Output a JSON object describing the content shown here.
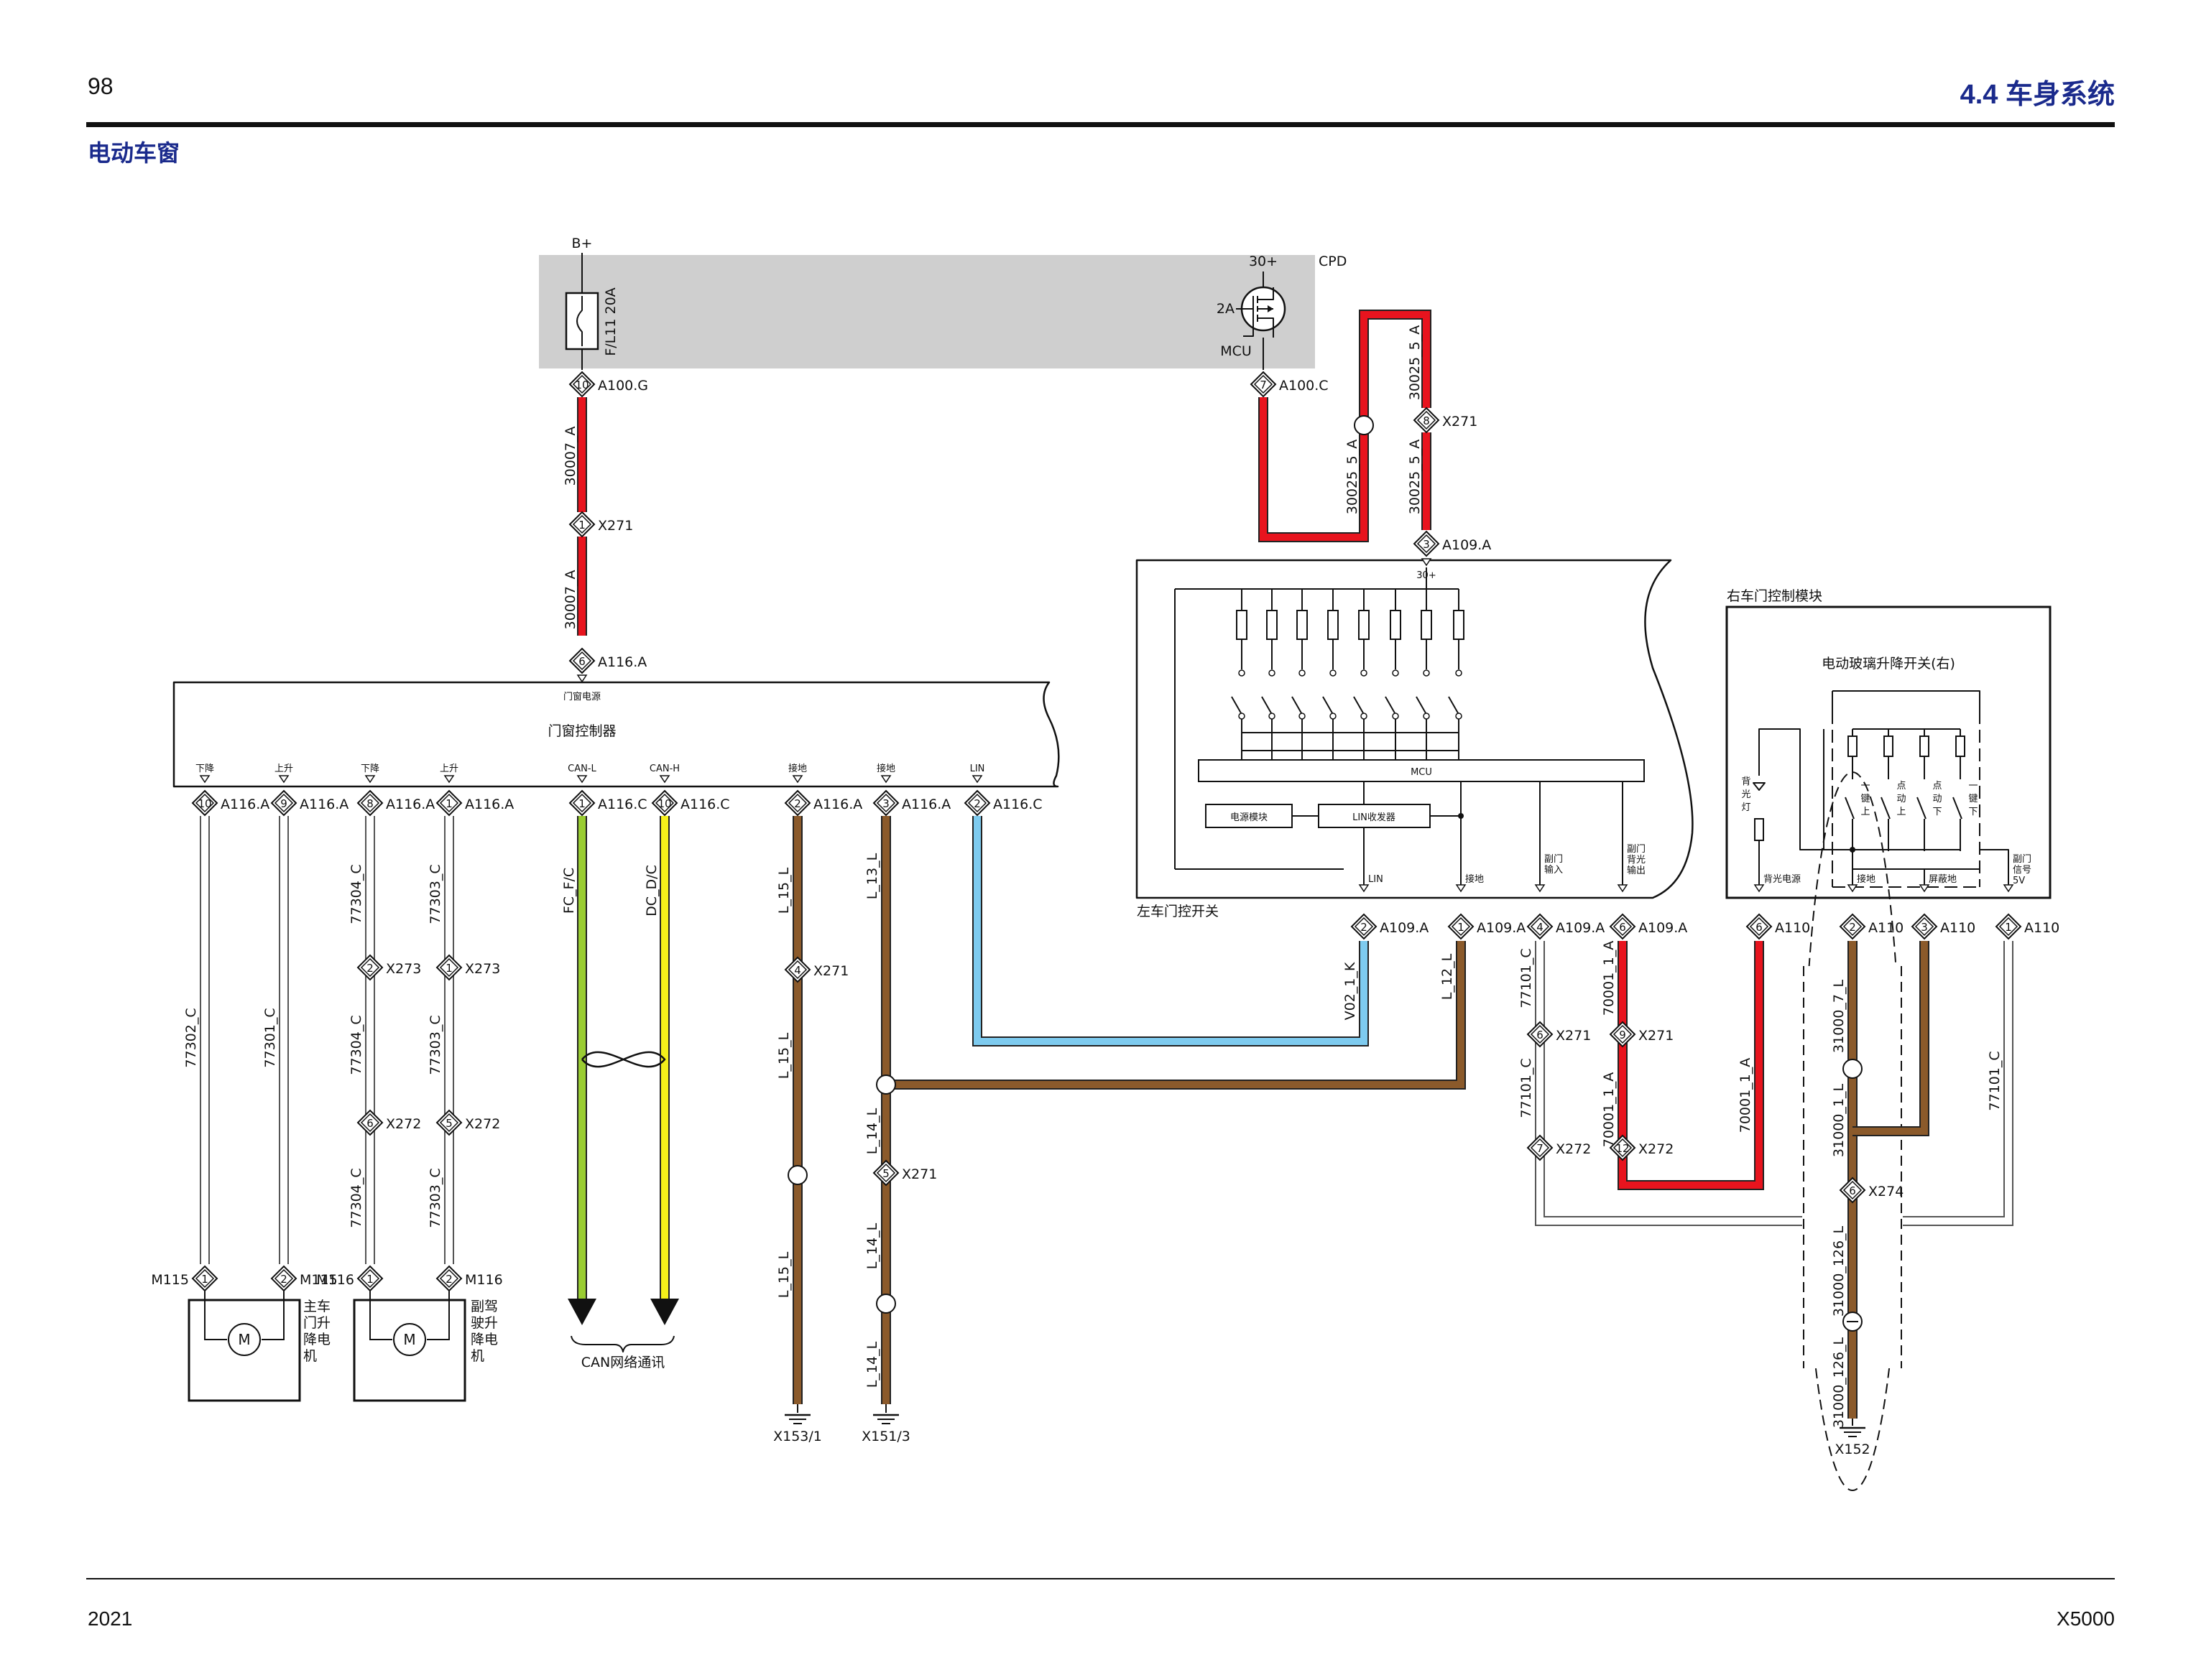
{
  "page": {
    "number": "98",
    "section": "4.4 车身系统",
    "title": "电动车窗",
    "year": "2021",
    "model": "X5000"
  },
  "colors": {
    "red": "#e8141e",
    "brown": "#8b5a2b",
    "blue": "#7ecbef",
    "green": "#9acd32",
    "yellow": "#f5f01a",
    "grey_box": "#cfcfcf",
    "header_blue": "#1a2a8c"
  },
  "modules": {
    "cpd": {
      "name": "CPD",
      "b_plus": "B+",
      "fuse": "F/L11 20A",
      "fet_label": "30+",
      "fet_current": "2A",
      "fet_ctrl": "MCU"
    },
    "door_ctrl": {
      "name": "门窗控制器",
      "power_pin": "门窗电源",
      "pin_labels": [
        "下降",
        "上升",
        "下降",
        "上升",
        "CAN-L",
        "CAN-H",
        "接地",
        "接地",
        "LIN"
      ]
    },
    "left_switch": {
      "name": "左车门控开关",
      "mcu": "MCU",
      "power_module": "电源模块",
      "lin_transceiver": "LIN收发器",
      "supply": "30+",
      "pin_labels": [
        "LIN",
        "接地",
        "副门\n输入",
        "副门\n背光\n输出"
      ]
    },
    "right_module": {
      "name": "右车门控制模块",
      "switch": "电动玻璃升降开关(右)",
      "backlight": "背\n光\n灯",
      "sw_labels": [
        "一\n键\n上",
        "点\n动\n上",
        "点\n动\n下",
        "一\n键\n下"
      ],
      "pin_labels": [
        "背光电源",
        "接地",
        "屏蔽地",
        "副门\n信号\n5V"
      ]
    }
  },
  "motors": {
    "main": {
      "label": "主车\n门升\n降电\n机",
      "symbol": "M"
    },
    "passenger": {
      "label": "副驾\n驶升\n降电\n机",
      "symbol": "M"
    }
  },
  "can_note": "CAN网络通讯",
  "connectors": {
    "c1": {
      "pin": "10",
      "name": "A100.G"
    },
    "c2": {
      "pin": "1",
      "name": "X271"
    },
    "c3": {
      "pin": "6",
      "name": "A116.A"
    },
    "c4": {
      "pin": "7",
      "name": "A100.C"
    },
    "c5": {
      "pin": "8",
      "name": "X271"
    },
    "c6": {
      "pin": "3",
      "name": "A109.A"
    },
    "p1": {
      "pin": "10",
      "name": "A116.A"
    },
    "p2": {
      "pin": "9",
      "name": "A116.A"
    },
    "p3": {
      "pin": "8",
      "name": "A116.A"
    },
    "p4": {
      "pin": "1",
      "name": "A116.A"
    },
    "p5": {
      "pin": "1",
      "name": "A116.C"
    },
    "p6": {
      "pin": "10",
      "name": "A116.C"
    },
    "p7": {
      "pin": "2",
      "name": "A116.A"
    },
    "p8": {
      "pin": "3",
      "name": "A116.A"
    },
    "p9": {
      "pin": "2",
      "name": "A116.C"
    },
    "x273a": {
      "pin": "2",
      "name": "X273"
    },
    "x273b": {
      "pin": "1",
      "name": "X273"
    },
    "x272a": {
      "pin": "6",
      "name": "X272"
    },
    "x272b": {
      "pin": "5",
      "name": "X272"
    },
    "m115a": {
      "pin": "1",
      "name": "M115"
    },
    "m115b": {
      "pin": "2",
      "name": "M115"
    },
    "m116a": {
      "pin": "1",
      "name": "M116"
    },
    "m116b": {
      "pin": "2",
      "name": "M116"
    },
    "x271c": {
      "pin": "4",
      "name": "X271"
    },
    "x271d": {
      "pin": "5",
      "name": "X271"
    },
    "l1": {
      "pin": "2",
      "name": "A109.A"
    },
    "l2": {
      "pin": "1",
      "name": "A109.A"
    },
    "l3": {
      "pin": "4",
      "name": "A109.A"
    },
    "l4": {
      "pin": "6",
      "name": "A109.A"
    },
    "x271e": {
      "pin": "6",
      "name": "X271"
    },
    "x271f": {
      "pin": "9",
      "name": "X271"
    },
    "x272c": {
      "pin": "7",
      "name": "X272"
    },
    "x272d": {
      "pin": "12",
      "name": "X272"
    },
    "r1": {
      "pin": "6",
      "name": "A110"
    },
    "r2": {
      "pin": "2",
      "name": "A110"
    },
    "r3": {
      "pin": "3",
      "name": "A110"
    },
    "r4": {
      "pin": "1",
      "name": "A110"
    },
    "x274": {
      "pin": "6",
      "name": "X274"
    }
  },
  "grounds": {
    "g1": "X153/1",
    "g2": "X151/3",
    "g3": "X152"
  },
  "wires": {
    "w30007a": "30007_A",
    "w30007b": "30007_A",
    "w30025a": "30025_5_A",
    "w30025b": "30025_5_A",
    "w30025c": "30025_5_A",
    "w77302": "77302_C",
    "w77301": "77301_C",
    "w77304a": "77304_C",
    "w77304b": "77304_C",
    "w77304c": "77304_C",
    "w77303a": "77303_C",
    "w77303b": "77303_C",
    "w77303c": "77303_C",
    "wfc": "FC_F/C",
    "wdc": "DC_D/C",
    "wl15a": "L_15_L",
    "wl15b": "L_15_L",
    "wl15c": "L_15_L",
    "wl13": "L_13_L",
    "wl14a": "L_14_L",
    "wl14b": "L_14_L",
    "wl14c": "L_14_L",
    "wv02": "V02_1_K",
    "wl12": "L_12_L",
    "w77101a": "77101_C",
    "w77101b": "77101_C",
    "w77101c": "77101_C",
    "w70001a": "70001_1_A",
    "w70001b": "70001_1_A",
    "w70001c": "70001_1_A",
    "w31000a": "31000_7_L",
    "w31000b": "31000_1_L",
    "w31000c": "31000_126_L",
    "w31000d": "31000_126_L"
  }
}
